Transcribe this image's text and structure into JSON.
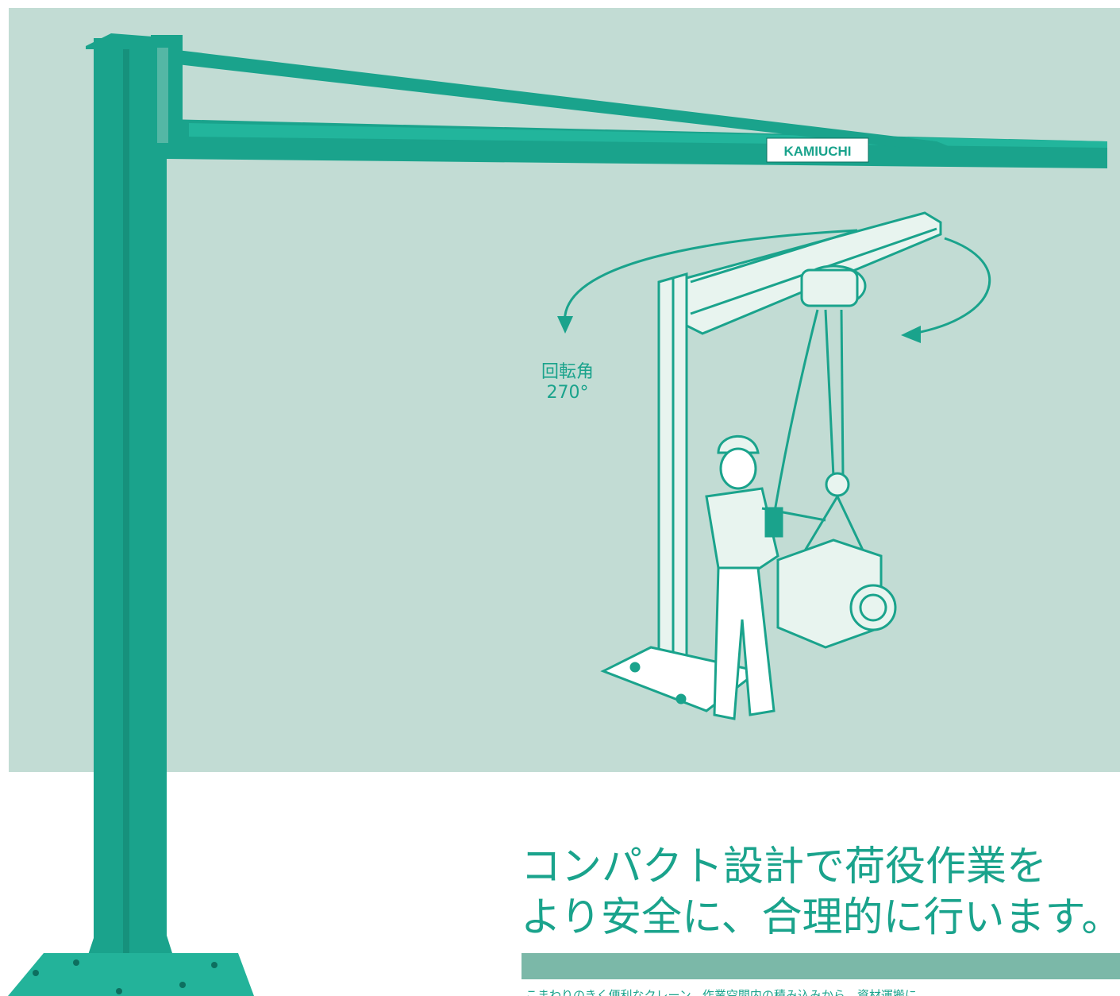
{
  "brand": {
    "name_plate": "KAMIUCHI"
  },
  "illustration": {
    "rotation_label": "回転角",
    "rotation_value": "270°"
  },
  "headline": {
    "line1": "コンパクト設計で荷役作業を",
    "line2": "より安全に、合理的に行います。"
  },
  "body": {
    "text": "こまわりのきく便利なクレーン。作業空間内の積み込みから、資材運搬に"
  },
  "colors": {
    "accent": "#1aa38c",
    "panel": "#c2dcd4",
    "bar": "#7bb8a8"
  }
}
